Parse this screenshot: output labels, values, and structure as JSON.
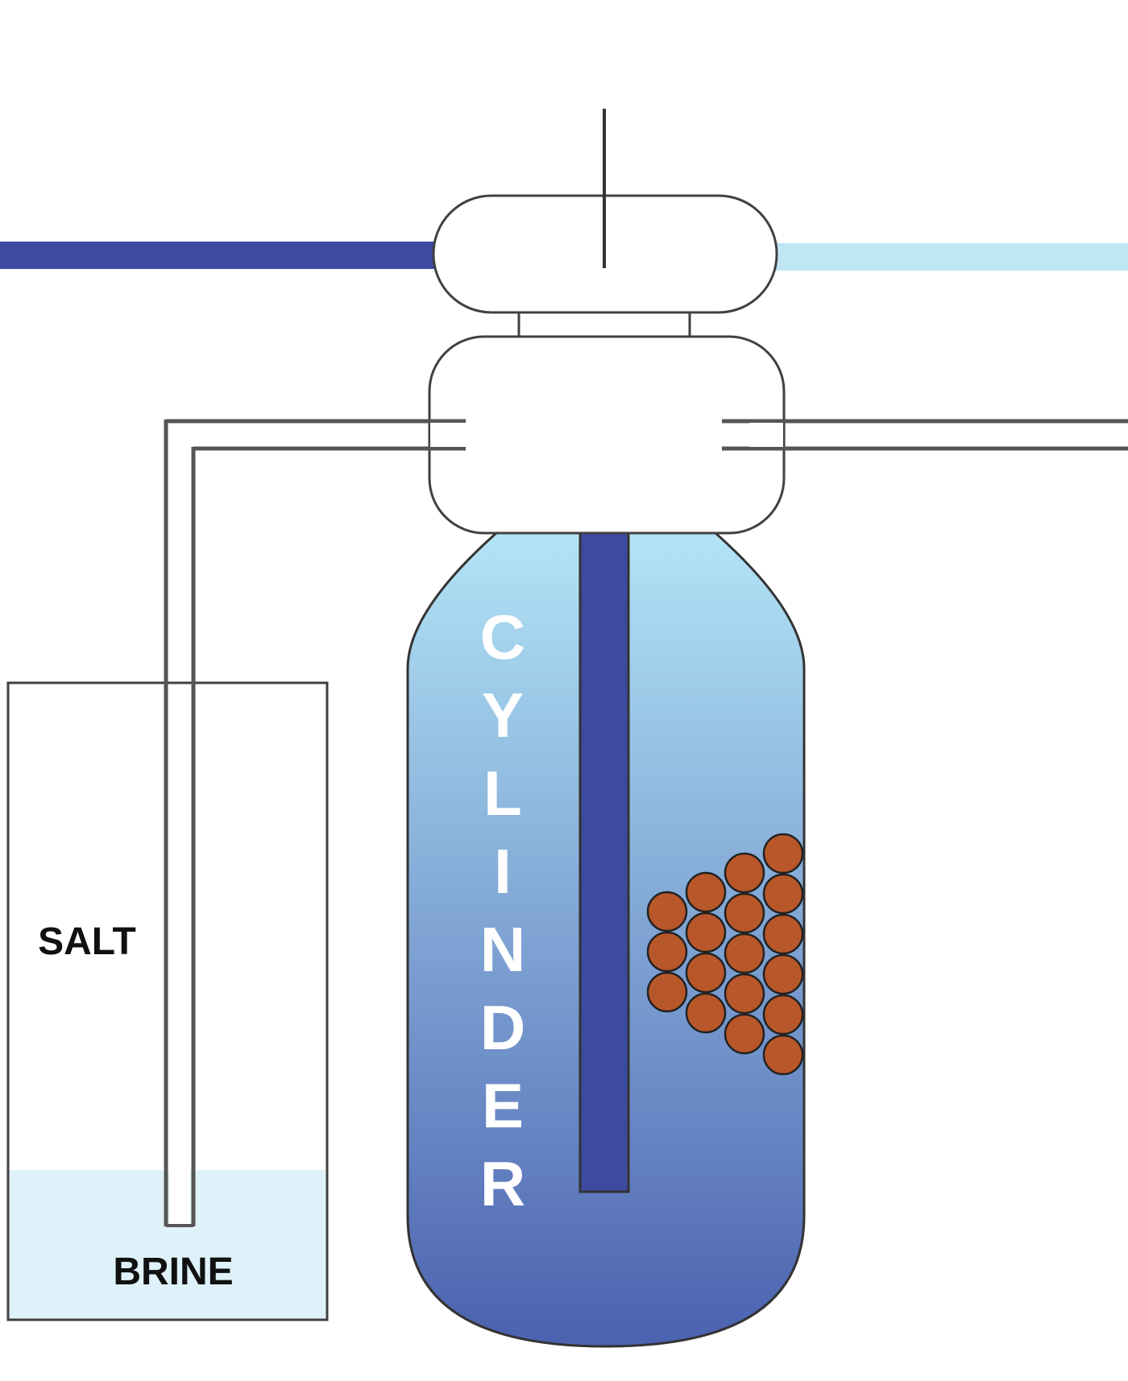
{
  "labels": {
    "salt": "SALT",
    "brine": "BRINE",
    "cylinder": "CYLINDER"
  },
  "colors": {
    "hard_water_inlet": "#3c4ba0",
    "soft_water_outlet": "#bee6f5",
    "riser_tube": "#3c4ba0",
    "brine_fill": "#dff2f9",
    "cylinder_gradient_top": "#b2e4f6",
    "cylinder_gradient_bottom": "#4b62b0",
    "resin_bead": "#b8572a",
    "outline": "#404040"
  },
  "icons": {
    "resin_beads": "resin-bead-circles"
  }
}
